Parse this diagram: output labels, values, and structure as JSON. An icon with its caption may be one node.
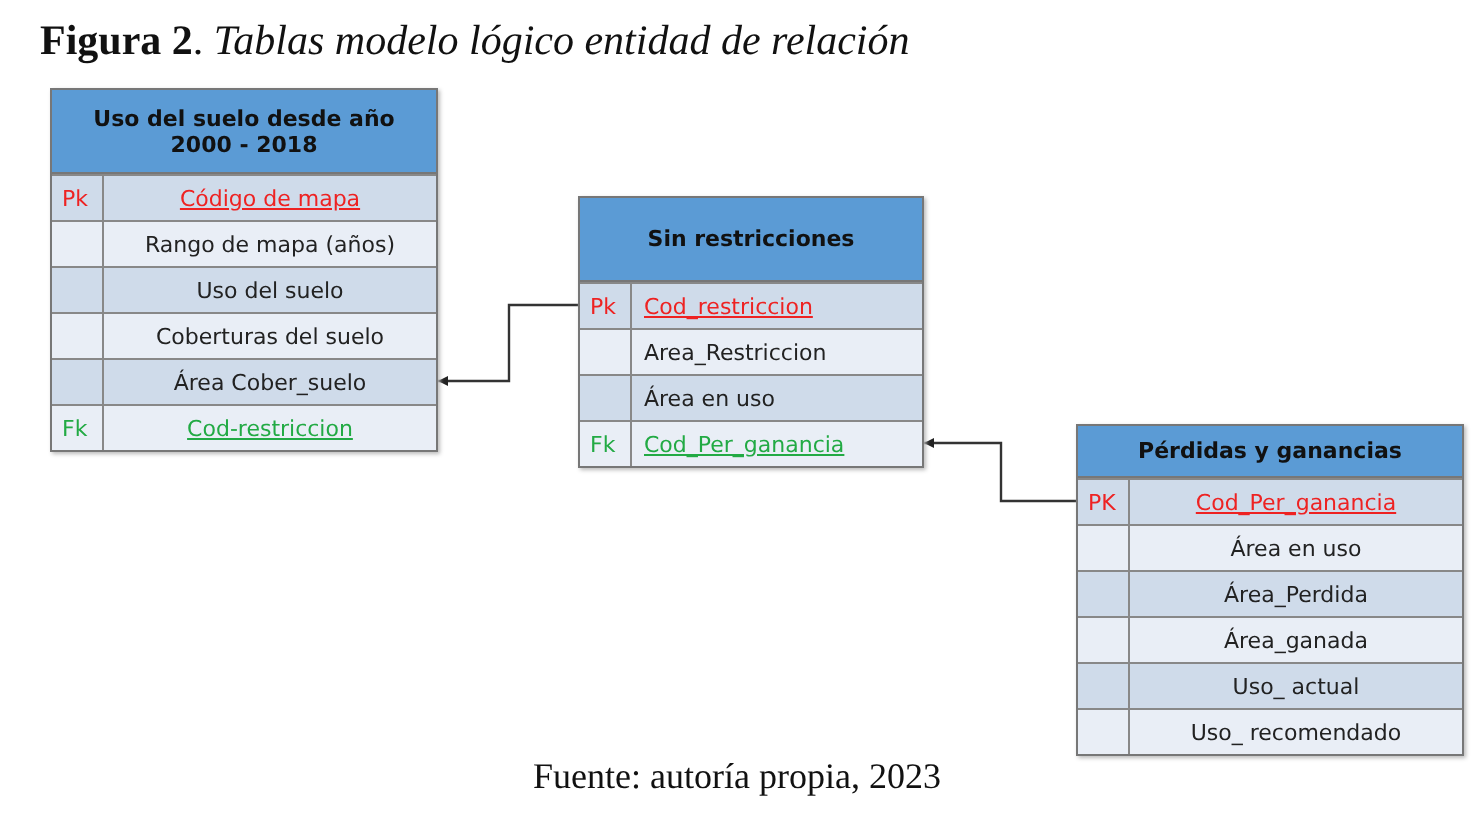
{
  "diagram": {
    "title": "**Figura 2**. *Tablas modelo lógico entidad de relación*",
    "caption": "Fuente: autoría propia, 2023",
    "nodes": [
      {
        "text": [
          "Uso del suelo desde año 2000 - 2018"
        ]
      },
      {
        "text": [
          "Pk",
          "Código de mapa"
        ],
        "in": 0
      },
      {
        "text": [
          "Rango de mapa (años)"
        ],
        "in": 0
      },
      {
        "text": [
          "Uso del suelo"
        ],
        "in": 0
      },
      {
        "text": [
          "Coberturas del suelo"
        ],
        "in": 0
      },
      {
        "text": [
          "Área Cober_suelo"
        ],
        "in": 0
      },
      {
        "text": [
          "Fk",
          "Cod-restriccion"
        ],
        "in": 0
      },
      {
        "text": [
          "Sin restricciones"
        ]
      },
      {
        "text": [
          "Pk",
          "Cod_restriccion"
        ],
        "in": 7
      },
      {
        "text": [
          "Area_Restriccion"
        ],
        "in": 7
      },
      {
        "text": [
          "Área en uso"
        ],
        "in": 7
      },
      {
        "text": [
          "Fk",
          "Cod_Per_ganancia"
        ],
        "in": 7
      },
      {
        "text": [
          "Pérdidas y ganancias"
        ]
      },
      {
        "text": [
          "PK",
          "Cod_Per_ganancia"
        ],
        "in": 12
      },
      {
        "text": [
          "Área en uso"
        ],
        "in": 12
      },
      {
        "text": [
          "Área_Perdida"
        ],
        "in": 12
      },
      {
        "text": [
          "Área_ganada"
        ],
        "in": 12
      },
      {
        "text": [
          "Uso_ actual"
        ],
        "in": 12
      },
      {
        "text": [
          "Uso_ recomendado"
        ],
        "in": 12
      }
    ],
    "edges": [
      {
        "from": 8,
        "to": 5,
        "arrow": "to"
      },
      {
        "from": 13,
        "to": 11,
        "arrow": "to"
      }
    ]
  }
}
